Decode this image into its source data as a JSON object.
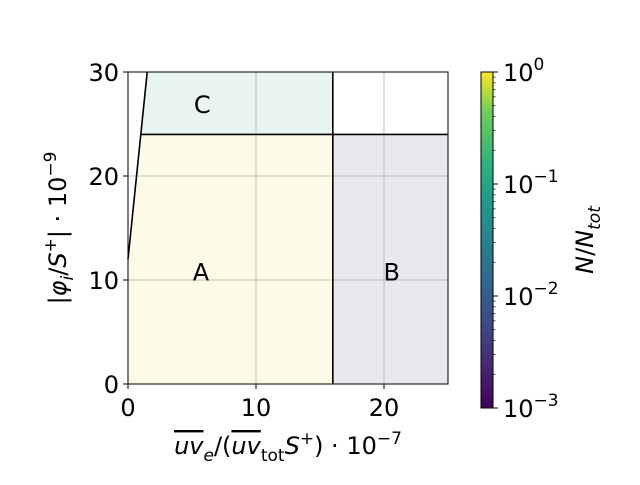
{
  "chart_data": {
    "type": "heatmap",
    "title": "",
    "xlabel": "uv_e/(uv_tot S+) · 10^-7",
    "ylabel": "|φ_i/S+| · 10^-9",
    "xlim": [
      0,
      25
    ],
    "ylim": [
      0,
      30
    ],
    "x_ticks": [
      0,
      10,
      20
    ],
    "y_ticks": [
      0,
      10,
      20,
      30
    ],
    "x_tick_labels": [
      "0",
      "10",
      "20"
    ],
    "y_tick_labels": [
      "0",
      "10",
      "20",
      "30"
    ],
    "grid": true,
    "regions": [
      {
        "name": "A",
        "label": "A",
        "fill": "#fdfbe8",
        "polygon": [
          [
            0,
            0
          ],
          [
            16,
            0
          ],
          [
            16,
            24
          ],
          [
            1,
            24
          ],
          [
            0,
            12
          ]
        ],
        "label_at": [
          5.7,
          10.8
        ]
      },
      {
        "name": "B",
        "label": "B",
        "fill": "#ebe7ef",
        "polygon": [
          [
            16,
            0
          ],
          [
            25,
            0
          ],
          [
            25,
            24
          ],
          [
            16,
            24
          ]
        ],
        "label_at": [
          20.6,
          10.8
        ]
      },
      {
        "name": "C",
        "label": "C",
        "fill": "#e7f4f2",
        "polygon": [
          [
            1,
            24
          ],
          [
            16,
            24
          ],
          [
            16,
            30
          ],
          [
            1.5,
            30
          ]
        ],
        "label_at": [
          5.8,
          26.9
        ]
      }
    ],
    "boundaries": [
      [
        [
          0,
          12
        ],
        [
          1,
          24
        ],
        [
          1.5,
          30
        ]
      ],
      [
        [
          1,
          24
        ],
        [
          25,
          24
        ]
      ],
      [
        [
          16,
          0
        ],
        [
          16,
          30
        ]
      ]
    ],
    "colorbar": {
      "label": "N/N_tot",
      "scale": "log",
      "colormap": "viridis",
      "range": [
        0.001,
        1
      ],
      "ticks": [
        0.001,
        0.01,
        0.1,
        1
      ],
      "tick_labels": [
        {
          "base": "10",
          "exp": "−3"
        },
        {
          "base": "10",
          "exp": "−2"
        },
        {
          "base": "10",
          "exp": "−1"
        },
        {
          "base": "10",
          "exp": "0"
        }
      ]
    }
  }
}
